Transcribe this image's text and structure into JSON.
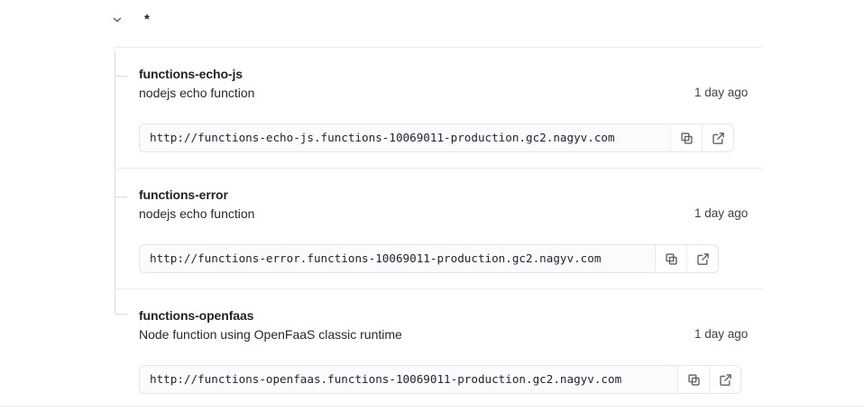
{
  "header": {
    "collapse_icon": "chevron-down-icon",
    "wildcard_label": "*"
  },
  "icons": {
    "copy": "copy-icon",
    "open_external": "external-link-icon"
  },
  "entries": [
    {
      "name": "functions-echo-js",
      "description": "nodejs echo function",
      "updated": "1 day ago",
      "url": "http://functions-echo-js.functions-10069011-production.gc2.nagyv.com",
      "copy_label": "copy-icon",
      "open_label": "external-link-icon"
    },
    {
      "name": "functions-error",
      "description": "nodejs echo function",
      "updated": "1 day ago",
      "url": "http://functions-error.functions-10069011-production.gc2.nagyv.com",
      "copy_label": "copy-icon",
      "open_label": "external-link-icon"
    },
    {
      "name": "functions-openfaas",
      "description": "Node function using OpenFaaS classic runtime",
      "updated": "1 day ago",
      "url": "http://functions-openfaas.functions-10069011-production.gc2.nagyv.com",
      "copy_label": "copy-icon",
      "open_label": "external-link-icon"
    }
  ],
  "colors": {
    "text_primary": "#1f2328",
    "text_secondary": "#57606a",
    "border": "#e3e5e8",
    "divider": "#eaecef",
    "field_bg": "#fafbfc"
  }
}
